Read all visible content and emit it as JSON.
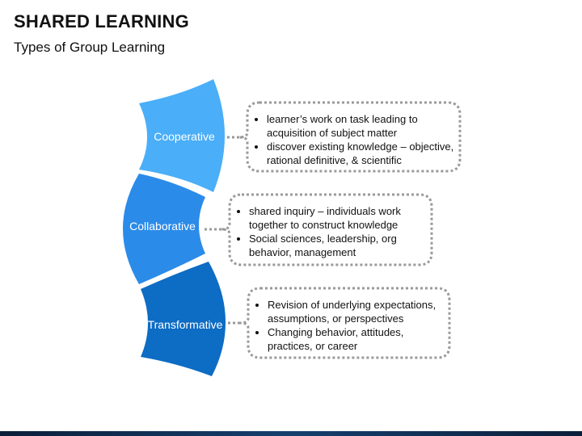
{
  "header": {
    "title": "SHARED LEARNING",
    "subtitle": "Types of Group Learning"
  },
  "colors": {
    "cooperative": "#4aaef8",
    "collaborative": "#2b8be9",
    "transformative": "#0d6cc4",
    "border": "#9a9a9a"
  },
  "items": [
    {
      "label": "Cooperative",
      "bullets": [
        "learner’s work on task leading to acquisition of subject matter",
        "discover existing knowledge – objective, rational definitive, & scientific"
      ]
    },
    {
      "label": "Collaborative",
      "bullets": [
        "shared inquiry – individuals work together to construct knowledge",
        "Social sciences, leadership, org behavior, management"
      ]
    },
    {
      "label": "Transformative",
      "bullets": [
        "Revision of underlying expectations, assumptions, or perspectives",
        "Changing behavior, attitudes, practices, or career"
      ]
    }
  ]
}
